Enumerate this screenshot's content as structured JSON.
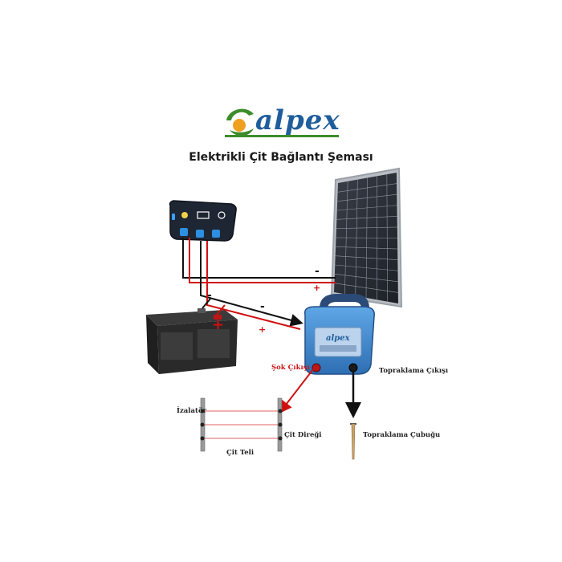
{
  "brand": {
    "name": "alpex",
    "colors": {
      "green": "#3c8c2c",
      "blue": "#1f5d9c",
      "orange": "#f0a020"
    }
  },
  "title": "Elektrikli Çit Bağlantı Şeması",
  "labels": {
    "shock_output": "Şok Çıkışı",
    "ground_output": "Topraklama Çıkışı",
    "insulator": "İzalatör",
    "fence_post": "Çit Direği",
    "fence_wire": "Çit Teli",
    "ground_rod": "Topraklama Çubuğu"
  },
  "polarity": {
    "negative": "-",
    "positive": "+"
  },
  "wire_colors": {
    "positive": "#d01010",
    "negative": "#111111"
  },
  "devices": [
    {
      "id": "solar-panel",
      "icon": "solar-panel-icon"
    },
    {
      "id": "charge-controller",
      "icon": "charge-controller-icon"
    },
    {
      "id": "battery",
      "icon": "battery-icon"
    },
    {
      "id": "energizer",
      "icon": "energizer-icon",
      "badge": "alpex"
    }
  ]
}
